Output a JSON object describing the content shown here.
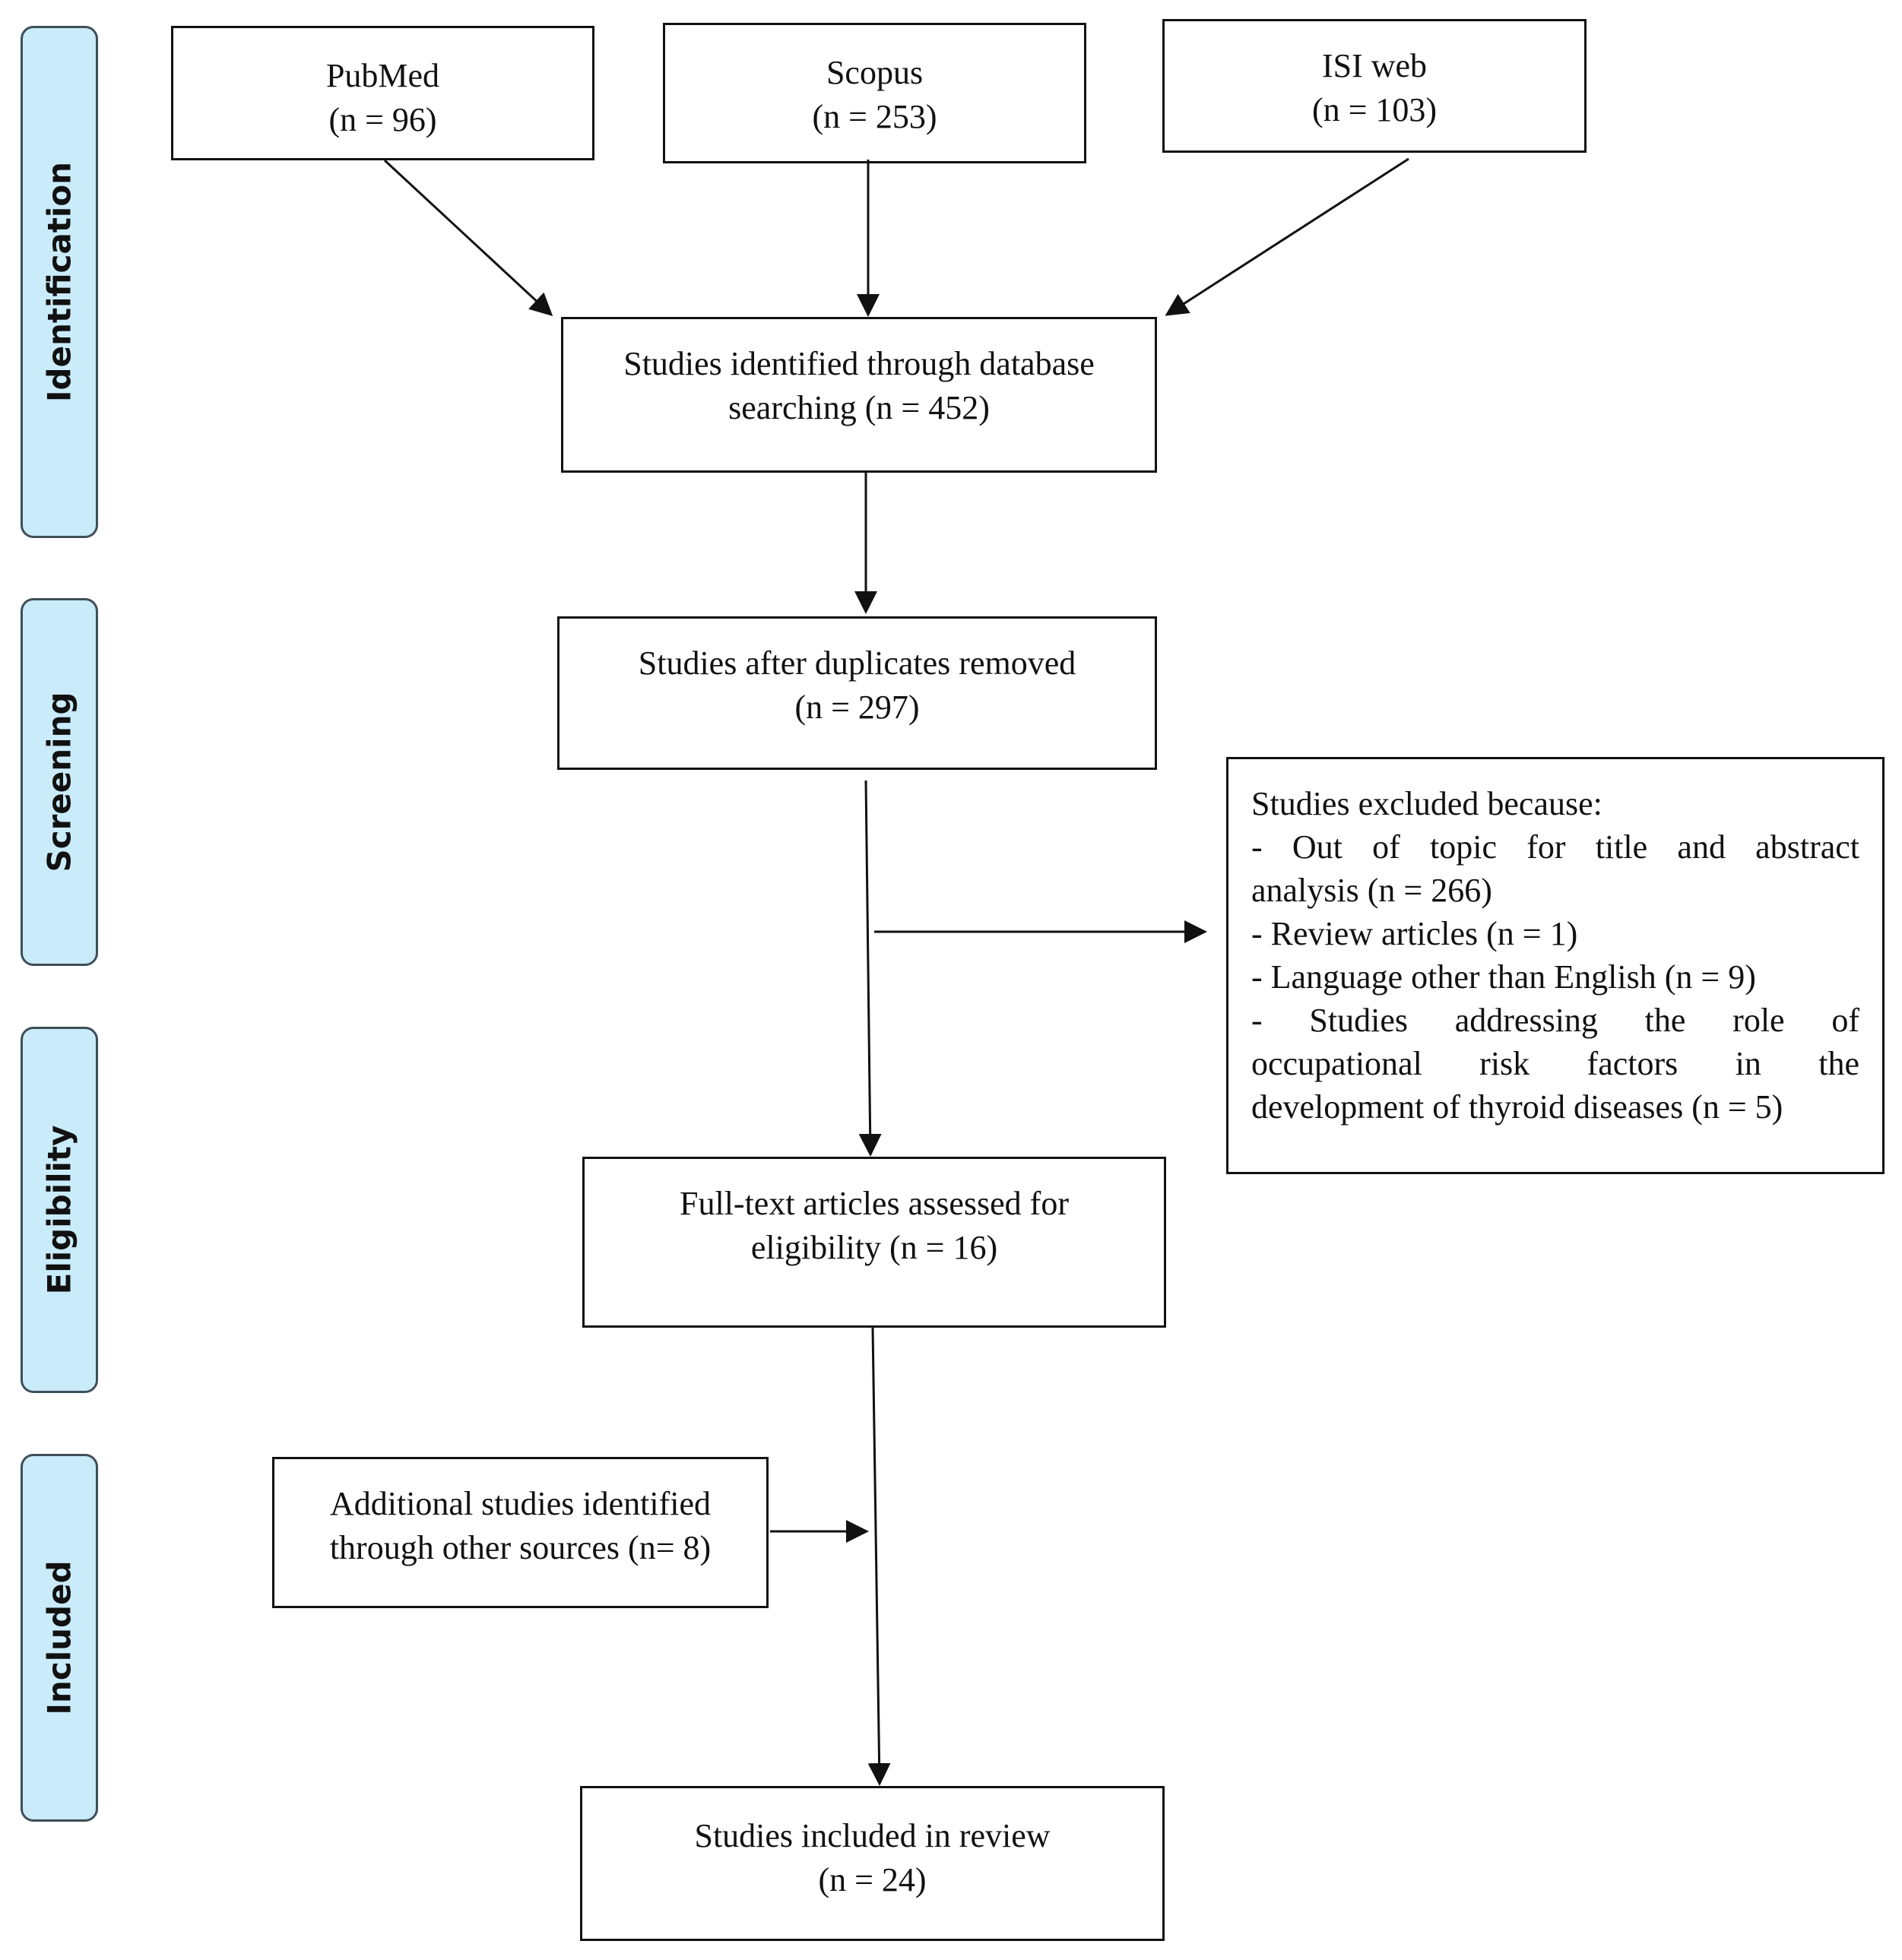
{
  "phases": {
    "identification": "Identification",
    "screening": "Screening",
    "eligibility": "Eligibility",
    "included": "Included"
  },
  "boxes": {
    "pubmed": {
      "line1": "PubMed",
      "line2": "(n = 96)"
    },
    "scopus": {
      "line1": "Scopus",
      "line2": "(n = 253)"
    },
    "isi": {
      "line1": "ISI web",
      "line2": "(n = 103)"
    },
    "identified": {
      "line1": "Studies identified through database",
      "line2": "searching (n = 452)"
    },
    "dedup": {
      "line1": "Studies after duplicates removed",
      "line2": "(n = 297)"
    },
    "fulltext": {
      "line1": "Full-text articles assessed for",
      "line2": "eligibility (n = 16)"
    },
    "additional": {
      "line1": "Additional studies identified",
      "line2": "through other sources (n= 8)"
    },
    "included": {
      "line1": "Studies included in review",
      "line2": "(n = 24)"
    }
  },
  "exclusions": {
    "heading": "Studies excluded because:",
    "item1_line1": "- Out of topic for title and abstract",
    "item1_line2": "analysis (n = 266)",
    "item2": "- Review articles (n = 1)",
    "item3": "- Language other than English (n = 9)",
    "item4_line1": "- Studies addressing the role of",
    "item4_line2": "occupational risk factors in the",
    "item4_line3": "development of thyroid diseases (n = 5)"
  }
}
